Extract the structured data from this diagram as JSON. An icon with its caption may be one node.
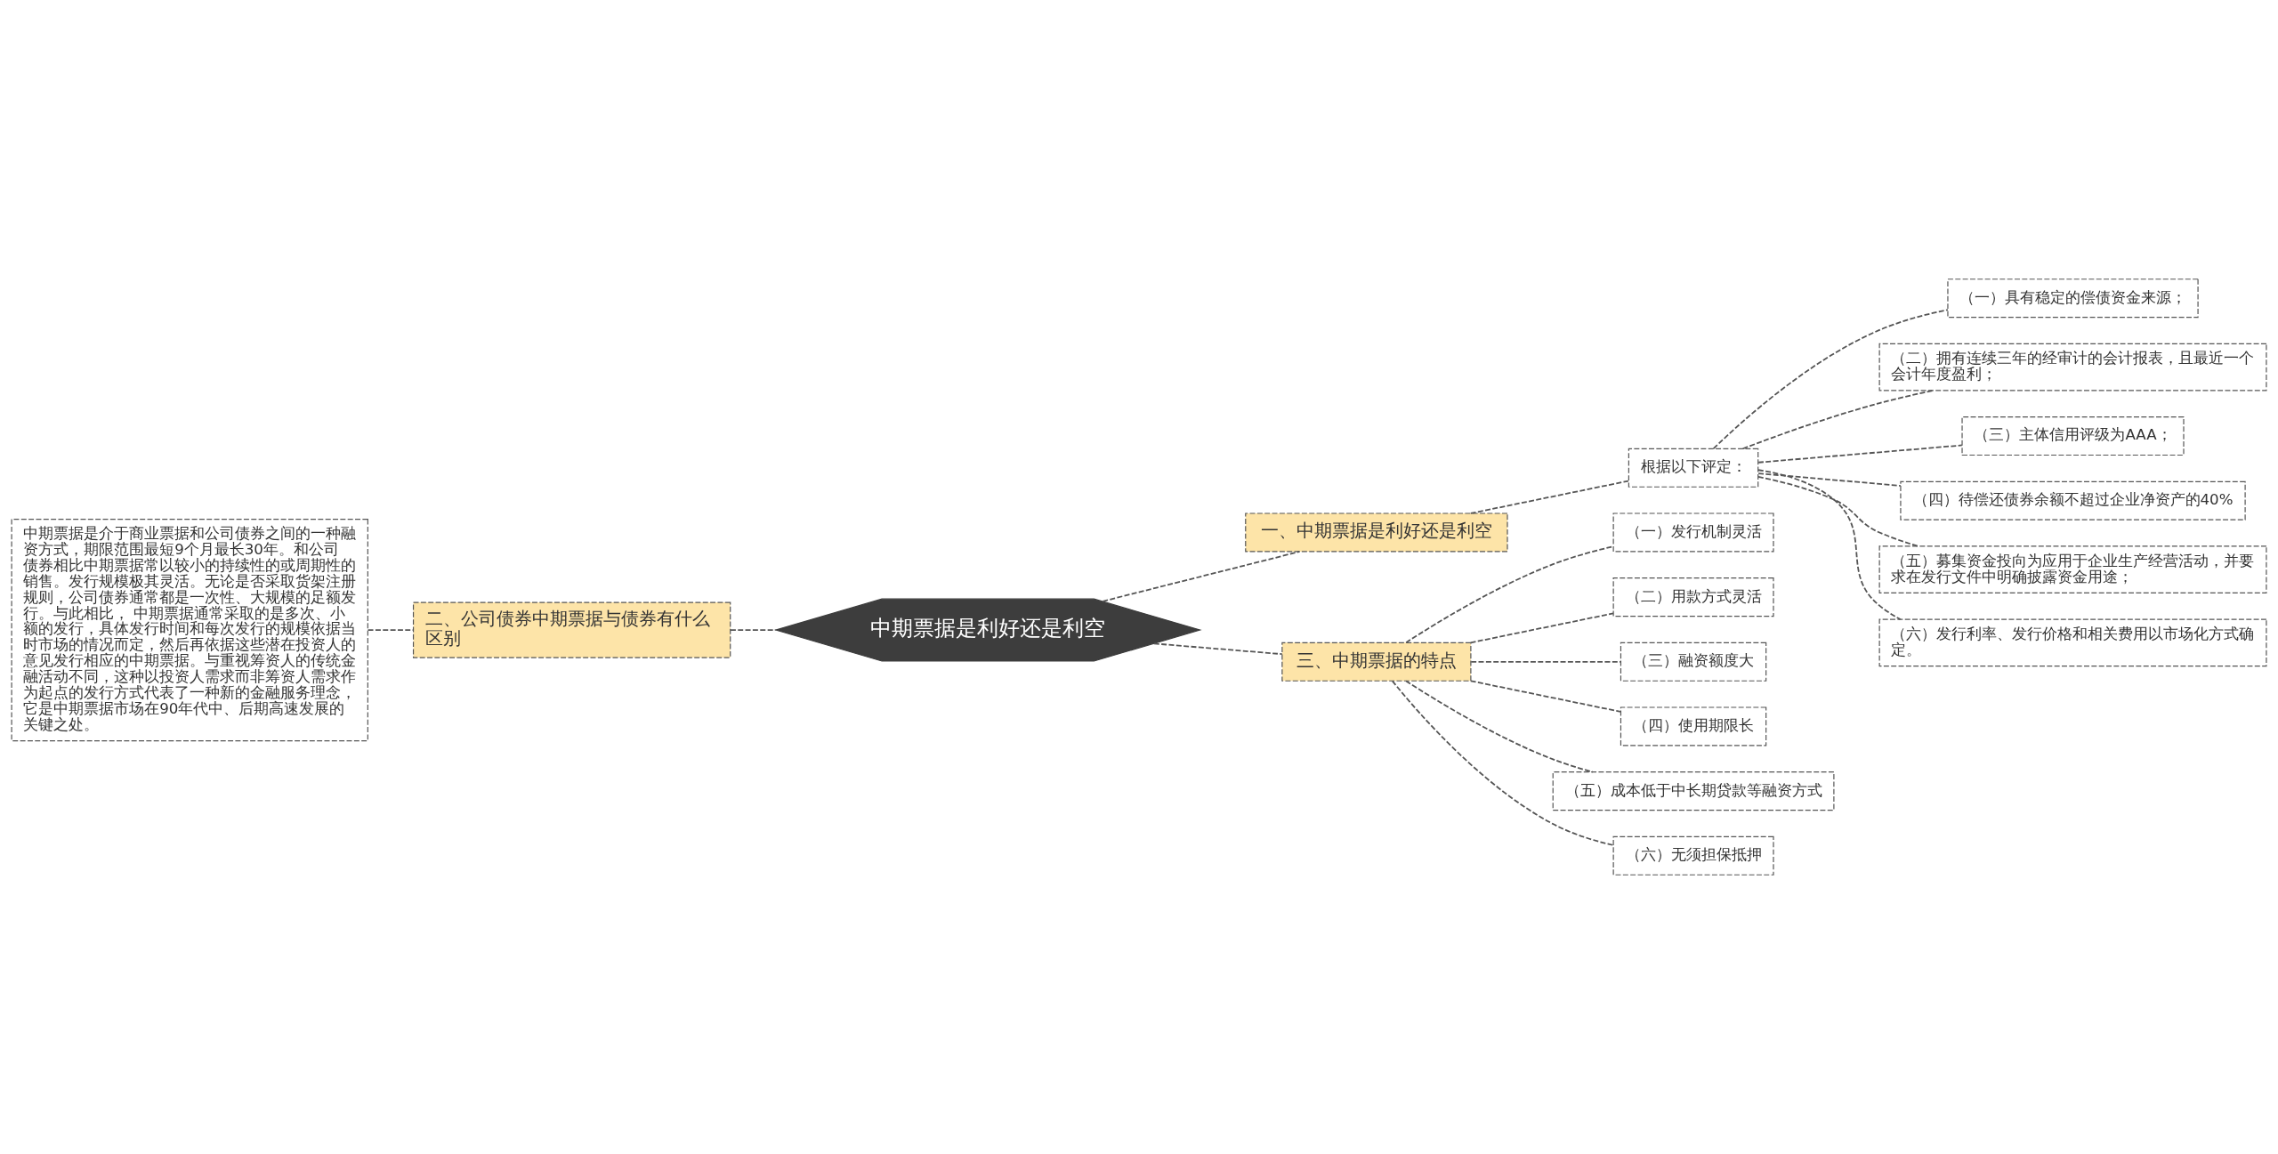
{
  "diagram": {
    "nodes": [
      {
        "text": [
          "中期票据是利好还是利空"
        ]
      },
      {
        "text": [
          "一、中期票据是利好还是利空"
        ]
      },
      {
        "text": [
          "根据以下评定："
        ]
      },
      {
        "text": [
          "（一）具有稳定的偿债资金来源；"
        ]
      },
      {
        "text": [
          "（二）拥有连续三年的经审计的会计报表，且最近一个会计年度盈利；"
        ]
      },
      {
        "text": [
          "（三）主体信用评级为AAA；"
        ]
      },
      {
        "text": [
          "（四）待偿还债券余额不超过企业净资产的40%"
        ]
      },
      {
        "text": [
          "（五）募集资金投向为应用于企业生产经营活动，并要求在发行文件中明确披露资金用途；"
        ]
      },
      {
        "text": [
          "（六）发行利率、发行价格和相关费用以市场化方式确定。"
        ]
      },
      {
        "text": [
          "三、中期票据的特点"
        ]
      },
      {
        "text": [
          "（一）发行机制灵活"
        ]
      },
      {
        "text": [
          "（二）用款方式灵活"
        ]
      },
      {
        "text": [
          "（三）融资额度大"
        ]
      },
      {
        "text": [
          "（四）使用期限长"
        ]
      },
      {
        "text": [
          "（五）成本低于中长期贷款等融资方式"
        ]
      },
      {
        "text": [
          "（六）无须担保抵押"
        ]
      },
      {
        "text": [
          "二、公司债券中期票据与债券有什么区别"
        ]
      },
      {
        "text": [
          "中期票据是介于商业票据和公司债券之间的一种融资方式，期限范围最短9个月最长30年。和公司债券相比中期票据常以较小的持续性的或周期性的销售。发行规模极其灵活。无论是否采取货架注册规则，公司债券通常都是一次性、大规模的足额发行。与此相比， 中期票据通常采取的是多次、小额的发行，具体发行时间和每次发行的规模依据当时市场的情况而定，然后再依据这些潜在投资人的意见发行相应的中期票据。与重视筹资人的传统金融活动不同，这种以投资人需求而非筹资人需求作为起点的发行方式代表了一种新的金融服务理念，它是中期票据市场在90年代中、后期高速发展的关键之处。"
        ]
      }
    ],
    "edges": [
      {
        "from": 0,
        "to": 1,
        "arrow": "none",
        "style": "dashed"
      },
      {
        "from": 1,
        "to": 2,
        "arrow": "none",
        "style": "dashed"
      },
      {
        "from": 2,
        "to": 3,
        "arrow": "none",
        "style": "dashed"
      },
      {
        "from": 2,
        "to": 4,
        "arrow": "none",
        "style": "dashed"
      },
      {
        "from": 2,
        "to": 5,
        "arrow": "none",
        "style": "dashed"
      },
      {
        "from": 2,
        "to": 6,
        "arrow": "none",
        "style": "dashed"
      },
      {
        "from": 2,
        "to": 7,
        "arrow": "none",
        "style": "dashed"
      },
      {
        "from": 2,
        "to": 8,
        "arrow": "none",
        "style": "dashed"
      },
      {
        "from": 0,
        "to": 9,
        "arrow": "none",
        "style": "dashed"
      },
      {
        "from": 9,
        "to": 10,
        "arrow": "none",
        "style": "dashed"
      },
      {
        "from": 9,
        "to": 11,
        "arrow": "none",
        "style": "dashed"
      },
      {
        "from": 9,
        "to": 12,
        "arrow": "none",
        "style": "dashed"
      },
      {
        "from": 9,
        "to": 13,
        "arrow": "none",
        "style": "dashed"
      },
      {
        "from": 9,
        "to": 14,
        "arrow": "none",
        "style": "dashed"
      },
      {
        "from": 9,
        "to": 15,
        "arrow": "none",
        "style": "dashed"
      },
      {
        "from": 0,
        "to": 16,
        "arrow": "none",
        "style": "dashed"
      },
      {
        "from": 16,
        "to": 17,
        "arrow": "none",
        "style": "dashed"
      }
    ]
  }
}
